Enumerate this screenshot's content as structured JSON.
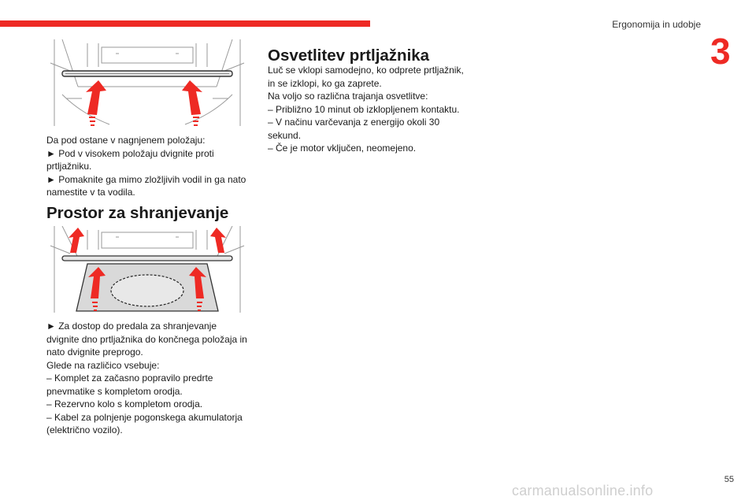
{
  "header": {
    "title": "Ergonomija in udobje",
    "chapter_number": "3",
    "accent_color": "#ee2a24"
  },
  "left_column": {
    "intro_lines": [
      "Da pod ostane v nagnjenem položaju:",
      "► Pod v visokem položaju dvignite proti",
      "prtljažniku.",
      "► Pomaknite ga mimo zložljivih vodil in ga nato",
      "namestite v ta vodila."
    ],
    "storage_heading": "Prostor za shranjevanje",
    "storage_lines": [
      "► Za dostop do predala za shranjevanje",
      "dvignite dno prtljažnika do končnega položaja in",
      "nato dvignite preprogo.",
      "Glede na različico vsebuje:",
      "– Komplet za začasno popravilo predrte",
      "pnevmatike s kompletom orodja.",
      "– Rezervno kolo s kompletom orodja.",
      "– Kabel za polnjenje pogonskega akumulatorja",
      "(električno vozilo)."
    ]
  },
  "right_column": {
    "heading": "Osvetlitev prtljažnika",
    "lines": [
      "Luč se vklopi samodejno, ko odprete prtljažnik,",
      "in se izklopi, ko ga zaprete.",
      "Na voljo so različna trajanja osvetlitve:",
      "– Približno 10 minut ob izklopljenem kontaktu.",
      "– V načinu varčevanja z energijo okoli 30",
      "sekund.",
      "– Če je motor vključen, neomejeno."
    ]
  },
  "illustrations": {
    "trunk_floor_raise": "trunk-floor-raised-arrows-icon",
    "trunk_storage_access": "trunk-storage-compartment-icon"
  },
  "footer": {
    "page_number": "55",
    "watermark": "carmanualsonline.info"
  }
}
